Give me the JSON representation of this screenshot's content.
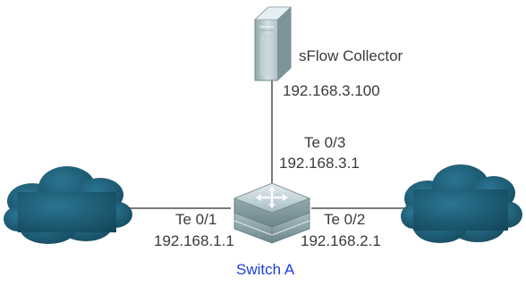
{
  "diagram": {
    "collector": {
      "name": "sFlow Collector",
      "ip": "192.168.3.100"
    },
    "switch": {
      "name": "Switch A",
      "port_up": {
        "name": "Te 0/3",
        "ip": "192.168.3.1"
      },
      "port_left": {
        "name": "Te 0/1",
        "ip": "192.168.1.1"
      },
      "port_right": {
        "name": "Te 0/2",
        "ip": "192.168.2.1"
      }
    }
  },
  "colors": {
    "cloud": "#1b5e78",
    "line": "#7a7a7a",
    "switch_label": "#1c3fd8",
    "text": "#3a3a3a"
  }
}
